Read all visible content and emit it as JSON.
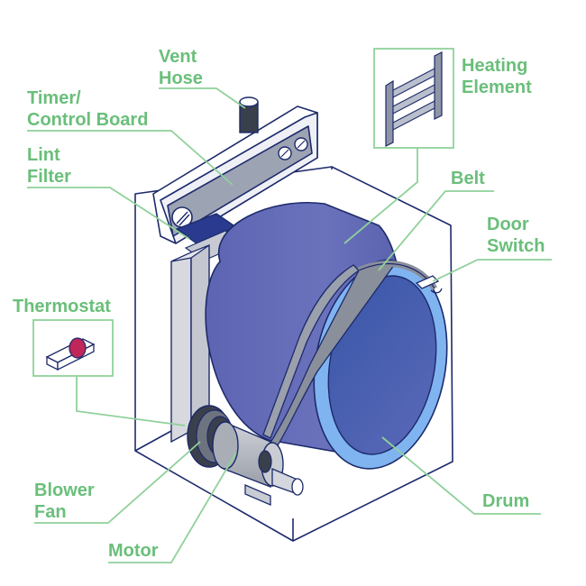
{
  "diagram": {
    "labels": {
      "vent_hose": [
        "Vent",
        "Hose"
      ],
      "timer_control_board": [
        "Timer/",
        "Control Board"
      ],
      "lint_filter": [
        "Lint",
        "Filter"
      ],
      "thermostat": [
        "Thermostat"
      ],
      "blower_fan": [
        "Blower",
        "Fan"
      ],
      "motor": [
        "Motor"
      ],
      "heating_element": [
        "Heating",
        "Element"
      ],
      "belt": [
        "Belt"
      ],
      "door_switch": [
        "Door",
        "Switch"
      ],
      "drum": [
        "Drum"
      ]
    },
    "colors": {
      "label_text": "#6abf7a",
      "callout_line": "#8fd19a",
      "outline": "#1d2a6b",
      "drum_body": "#5b63b0",
      "drum_ring": "#7fb4f0",
      "drum_inner": "#3d58a6",
      "belt": "#8a8f9c",
      "metal": "#b4b8c2",
      "lint_filter": "#2a3b8f",
      "thermostat_band": "#c0265a"
    }
  }
}
